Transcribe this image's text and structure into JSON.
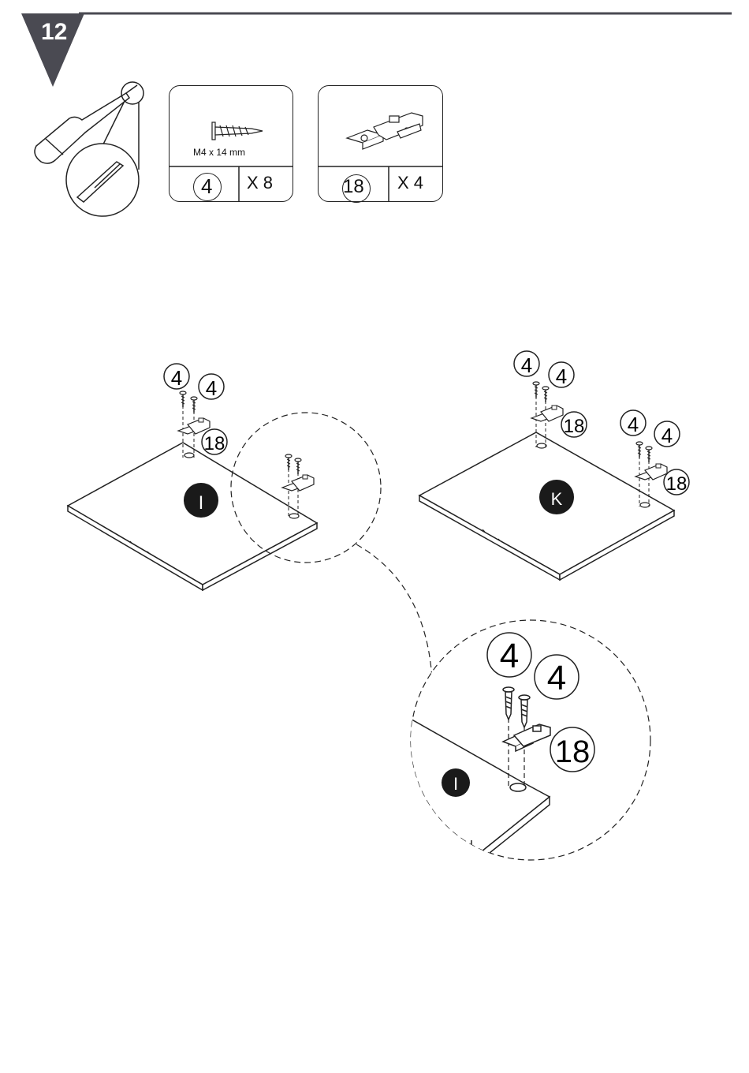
{
  "step": {
    "number": "12"
  },
  "parts": [
    {
      "spec": "M4 x 14 mm",
      "part_number": "4",
      "quantity": "X 8",
      "icon": "screw-icon"
    },
    {
      "spec": "",
      "part_number": "18",
      "quantity": "X 4",
      "icon": "hinge-icon"
    }
  ],
  "tool": {
    "icon": "phillips-screwdriver-icon"
  },
  "panels": [
    {
      "label": "I"
    },
    {
      "label": "K"
    }
  ],
  "callouts": {
    "screw": "4",
    "hinge": "18"
  }
}
